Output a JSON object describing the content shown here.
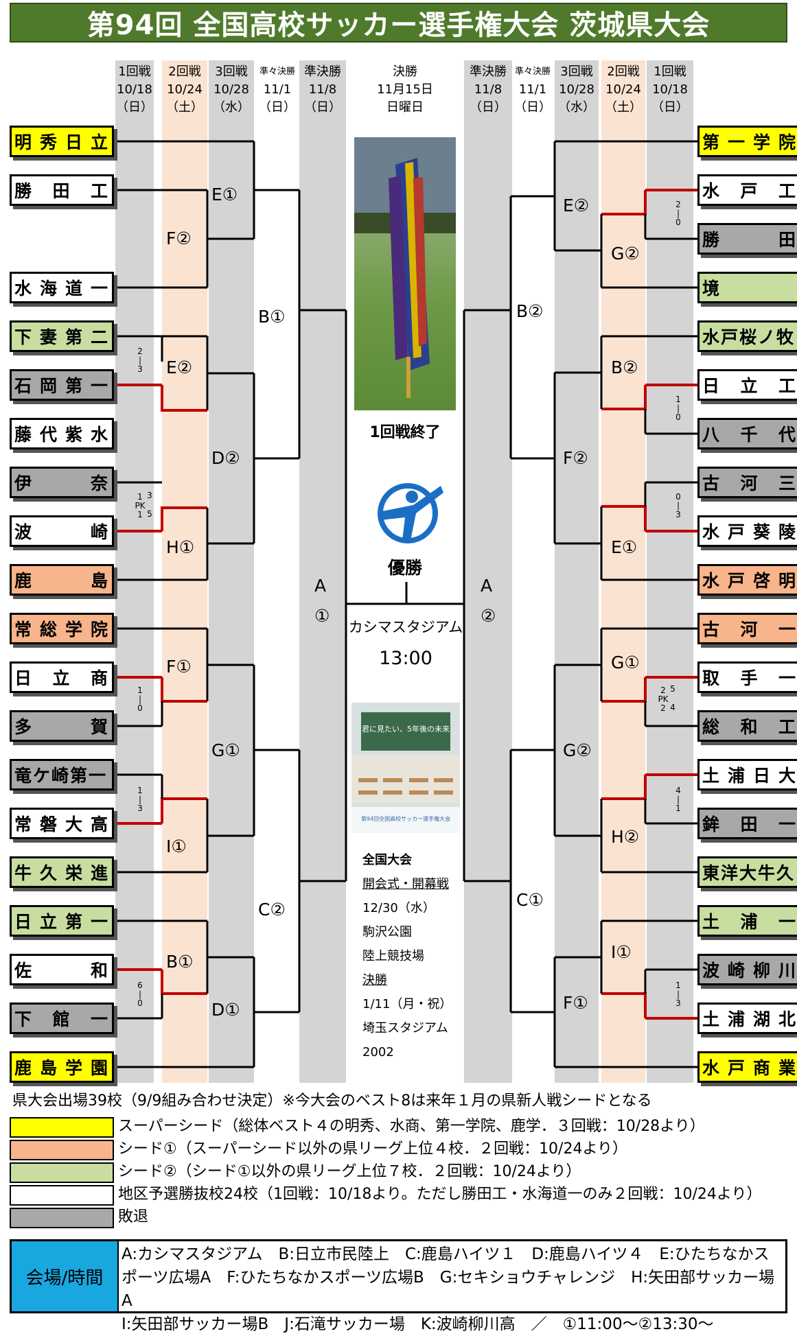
{
  "title": "第94回 全国高校サッカー選手権大会 茨城県大会",
  "colors": {
    "super_seed": "#ffff00",
    "seed1": "#f8b48a",
    "seed2": "#c7dea0",
    "local": "#ffffff",
    "lost": "#a8a8a8",
    "winner_line": "#c00000"
  },
  "rounds_left": [
    {
      "name": "1回戦",
      "date": "10/18",
      "day": "（日）"
    },
    {
      "name": "2回戦",
      "date": "10/24",
      "day": "（土）"
    },
    {
      "name": "3回戦",
      "date": "10/28",
      "day": "（水）"
    },
    {
      "name": "準々決勝",
      "date": "11/1",
      "day": "（日）"
    },
    {
      "name": "準決勝",
      "date": "11/8",
      "day": "（日）"
    }
  ],
  "rounds_right": [
    {
      "name": "準決勝",
      "date": "11/8",
      "day": "（日）"
    },
    {
      "name": "準々決勝",
      "date": "11/1",
      "day": "（日）"
    },
    {
      "name": "3回戦",
      "date": "10/28",
      "day": "（水）"
    },
    {
      "name": "2回戦",
      "date": "10/24",
      "day": "（土）"
    },
    {
      "name": "1回戦",
      "date": "10/18",
      "day": "（日）"
    }
  ],
  "final": {
    "name": "決勝",
    "date": "11月15日",
    "day": "日曜日",
    "status": "1回戦終了",
    "champion_label": "優勝",
    "venue": "カシマスタジアム",
    "time": "13:00"
  },
  "left_teams": [
    {
      "name": "明秀日立",
      "type": "seed-super"
    },
    {
      "name": "勝田工",
      "type": "local"
    },
    {
      "name": "水海道一",
      "type": "local"
    },
    {
      "name": "下妻第二",
      "type": "seed2"
    },
    {
      "name": "石岡第一",
      "type": "lost"
    },
    {
      "name": "藤代紫水",
      "type": "local"
    },
    {
      "name": "伊奈",
      "type": "lost"
    },
    {
      "name": "波崎",
      "type": "local"
    },
    {
      "name": "鹿島",
      "type": "seed1"
    },
    {
      "name": "常総学院",
      "type": "seed1"
    },
    {
      "name": "日立商",
      "type": "local"
    },
    {
      "name": "多賀",
      "type": "lost"
    },
    {
      "name": "竜ケ崎第一",
      "type": "lost"
    },
    {
      "name": "常磐大高",
      "type": "local"
    },
    {
      "name": "牛久栄進",
      "type": "seed2"
    },
    {
      "name": "日立第一",
      "type": "seed2"
    },
    {
      "name": "佐和",
      "type": "local"
    },
    {
      "name": "下館一",
      "type": "lost"
    },
    {
      "name": "鹿島学園",
      "type": "seed-super"
    }
  ],
  "right_teams": [
    {
      "name": "第一学院",
      "type": "seed-super"
    },
    {
      "name": "水戸工",
      "type": "local"
    },
    {
      "name": "勝田",
      "type": "lost"
    },
    {
      "name": "境",
      "type": "seed2"
    },
    {
      "name": "水戸桜ノ牧",
      "type": "seed2"
    },
    {
      "name": "日立工",
      "type": "local"
    },
    {
      "name": "八千代",
      "type": "lost"
    },
    {
      "name": "古河三",
      "type": "lost"
    },
    {
      "name": "水戸葵陵",
      "type": "local"
    },
    {
      "name": "水戸啓明",
      "type": "seed1"
    },
    {
      "name": "古河一",
      "type": "seed1"
    },
    {
      "name": "取手一",
      "type": "local"
    },
    {
      "name": "総和工",
      "type": "lost"
    },
    {
      "name": "土浦日大",
      "type": "local"
    },
    {
      "name": "鉾田一",
      "type": "lost"
    },
    {
      "name": "東洋大牛久",
      "type": "seed2"
    },
    {
      "name": "土浦一",
      "type": "seed2"
    },
    {
      "name": "波崎柳川",
      "type": "lost"
    },
    {
      "name": "土浦湖北",
      "type": "local"
    },
    {
      "name": "水戸商業",
      "type": "seed-super"
    }
  ],
  "match_labels_left": {
    "r2": [
      "F②",
      "E②",
      "H①",
      "F①",
      "I①",
      "B①"
    ],
    "r3": [
      "E①",
      "D②",
      "G①",
      "D①"
    ],
    "qf": [
      "B①",
      "C②"
    ],
    "sf": "A",
    "sf_num": "①"
  },
  "match_labels_right": {
    "r2": [
      "G②",
      "B②",
      "E①",
      "G①",
      "H②",
      "I①"
    ],
    "r3": [
      "E②",
      "F②",
      "G②",
      "F①"
    ],
    "qf": [
      "B②",
      "C①"
    ],
    "sf": "A",
    "sf_num": "②"
  },
  "scores_left": [
    {
      "a": "2",
      "mid": "|",
      "b": "3"
    },
    {
      "a": "1",
      "pk": "3",
      "mid": "PK",
      "b": "1",
      "pkb": "5"
    },
    {
      "a": "1",
      "mid": "|",
      "b": "0"
    },
    {
      "a": "1",
      "mid": "|",
      "b": "3"
    },
    {
      "a": "6",
      "mid": "|",
      "b": "0"
    }
  ],
  "scores_right": [
    {
      "a": "2",
      "mid": "|",
      "b": "0"
    },
    {
      "a": "1",
      "mid": "|",
      "b": "0"
    },
    {
      "a": "0",
      "mid": "|",
      "b": "3"
    },
    {
      "a": "2",
      "pk": "5",
      "mid": "PK",
      "b": "2",
      "pkb": "4"
    },
    {
      "a": "4",
      "mid": "|",
      "b": "1"
    },
    {
      "a": "1",
      "mid": "|",
      "b": "3"
    }
  ],
  "national": {
    "heading": "全国大会",
    "opening": "開会式・開幕戦",
    "opening_date": "12/30（水）",
    "opening_venue1": "駒沢公園",
    "opening_venue2": "陸上競技場",
    "final_label": "決勝",
    "final_date": "1/11（月・祝）",
    "final_venue1": "埼玉スタジアム",
    "final_venue2": "2002"
  },
  "poster": {
    "headline": "君に見たい、5年後の未来",
    "footer": "第94回全国高校サッカー選手権大会"
  },
  "notes": {
    "summary": "県大会出場39校（9/9組み合わせ決定）※今大会のベスト8は来年１月の県新人戦シードとなる",
    "legend": [
      {
        "type": "seed-super",
        "text": "スーパーシード（総体ベスト４の明秀、水商、第一学院、鹿学．３回戦：10/28より）"
      },
      {
        "type": "seed1",
        "text": "シード①（スーパーシード以外の県リーグ上位４校．２回戦：10/24より）"
      },
      {
        "type": "seed2",
        "text": "シード②（シード①以外の県リーグ上位７校．２回戦：10/24より）"
      },
      {
        "type": "local",
        "text": "地区予選勝抜校24校（1回戦：10/18より。ただし勝田工・水海道一のみ２回戦：10/24より）"
      },
      {
        "type": "lost",
        "text": "敗退"
      }
    ]
  },
  "venues": {
    "label": "会場/時間",
    "line1": "A:カシマスタジアム　B:日立市民陸上　C:鹿島ハイツ１　D:鹿島ハイツ４　E:ひたちなかス",
    "line2": "ポーツ広場A　F:ひたちなかスポーツ広場B　G:セキショウチャレンジ　H:矢田部サッカー場A",
    "line3": "I:矢田部サッカー場B　J:石滝サッカー場　K:波崎柳川高　／　①11:00～②13:30～"
  }
}
